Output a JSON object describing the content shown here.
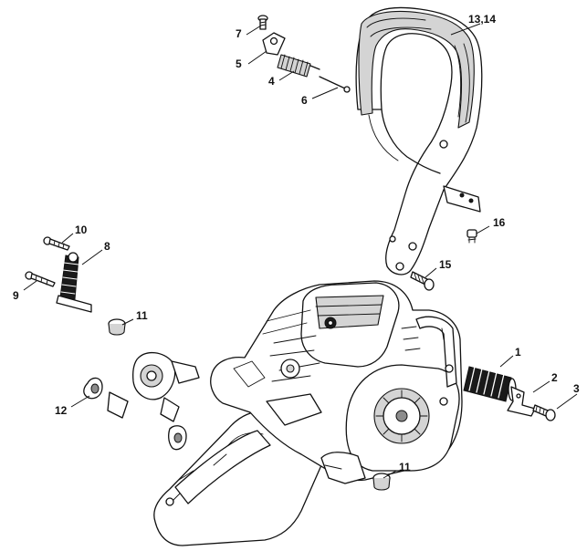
{
  "callouts": {
    "c1": "1",
    "c2": "2",
    "c3": "3",
    "c4": "4",
    "c5": "5",
    "c6": "6",
    "c7": "7",
    "c8": "8",
    "c9": "9",
    "c10": "10",
    "c11a": "11",
    "c11b": "11",
    "c12": "12",
    "c13": "13,14",
    "c15": "15",
    "c16": "16"
  }
}
